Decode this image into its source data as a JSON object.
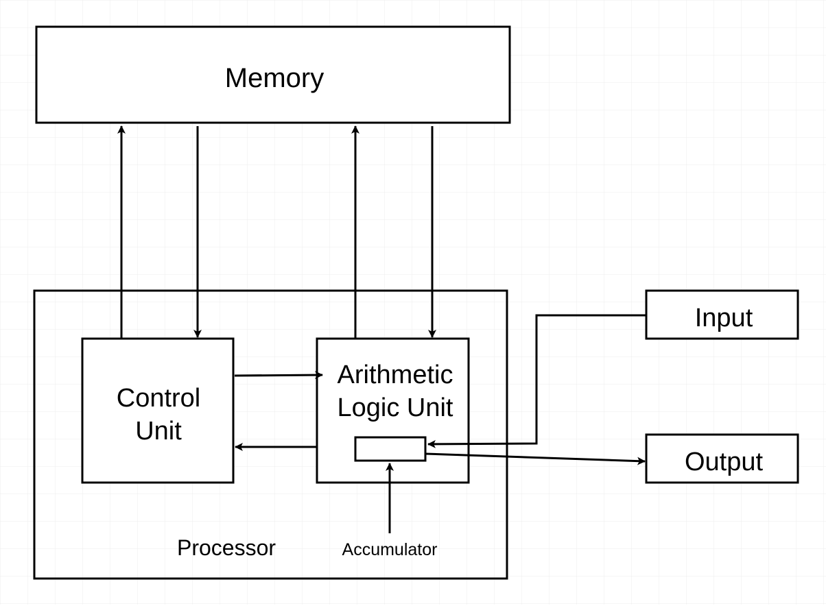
{
  "diagram": {
    "memory": "Memory",
    "control_unit": [
      "Control",
      "Unit"
    ],
    "alu": [
      "Arithmetic",
      "Logic Unit"
    ],
    "processor": "Processor",
    "accumulator": "Accumulator",
    "input": "Input",
    "output": "Output"
  },
  "colors": {
    "stroke": "#000000",
    "background": "#ffffff",
    "grid": "#e8e8e8"
  }
}
